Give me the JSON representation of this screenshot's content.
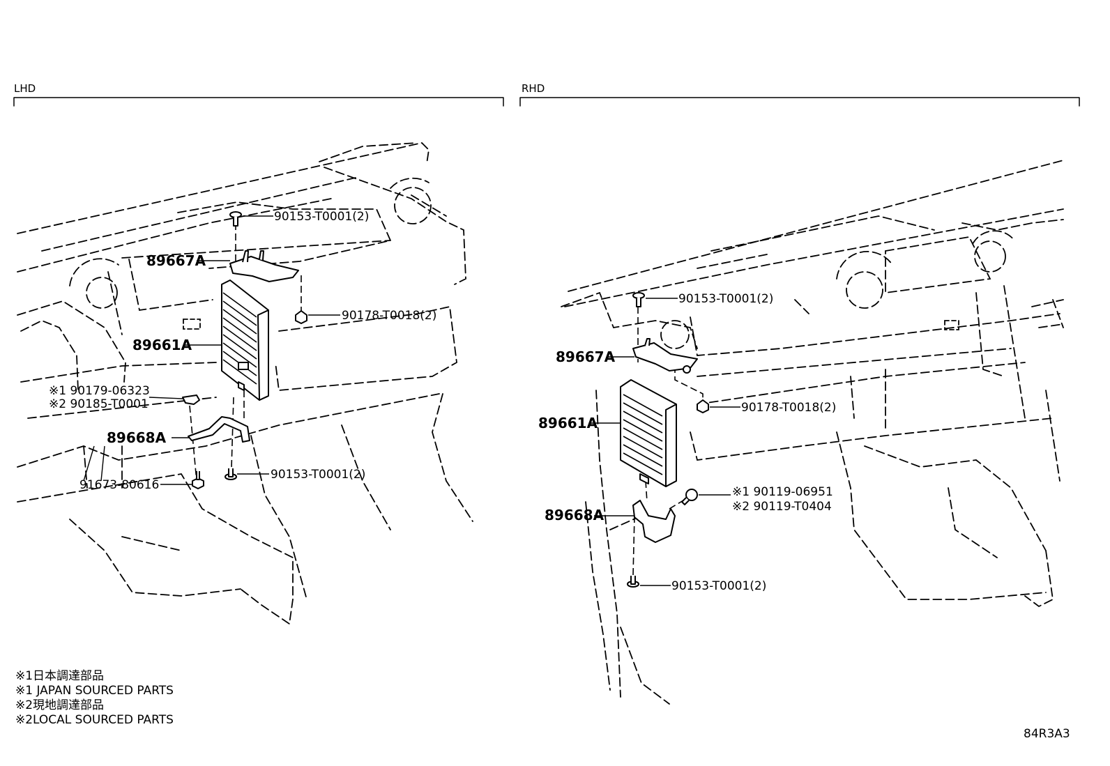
{
  "sections": {
    "lhd": "LHD",
    "rhd": "RHD"
  },
  "lhd_callouts": {
    "screw_top": "90153-T0001(2)",
    "bracket_upper": "89667A",
    "nut": "90178-T0018(2)",
    "ecu": "89661A",
    "ref1": "※1 90179-06323",
    "ref2": "※2 90185-T0001",
    "bracket_lower": "89668A",
    "screw_bottom": "90153-T0001(2)",
    "bolt": "91673-80616"
  },
  "rhd_callouts": {
    "screw_top": "90153-T0001(2)",
    "bracket_upper": "89667A",
    "ecu": "89661A",
    "nut": "90178-T0018(2)",
    "ref1": "※1 90119-06951",
    "ref2": "※2 90119-T0404",
    "bracket_lower": "89668A",
    "screw_bottom": "90153-T0001(2)"
  },
  "notes": [
    "※1日本調達部品",
    "※1 JAPAN SOURCED PARTS",
    "※2現地調達部品",
    "※2LOCAL SOURCED PARTS"
  ],
  "figure_code": "84R3A3"
}
